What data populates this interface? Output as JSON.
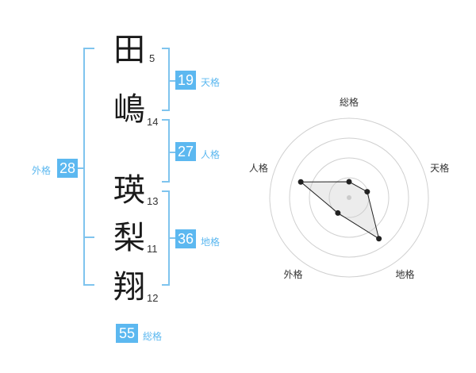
{
  "characters": [
    {
      "char": "田",
      "strokes": "5"
    },
    {
      "char": "嶋",
      "strokes": "14"
    },
    {
      "char": "瑛",
      "strokes": "13"
    },
    {
      "char": "梨",
      "strokes": "11"
    },
    {
      "char": "翔",
      "strokes": "12"
    }
  ],
  "fortunes": {
    "tenkaku": {
      "value": "19",
      "label": "天格"
    },
    "jinkaku": {
      "value": "27",
      "label": "人格"
    },
    "chikaku": {
      "value": "36",
      "label": "地格"
    },
    "gaikaku": {
      "value": "28",
      "label": "外格"
    },
    "soukaku": {
      "value": "55",
      "label": "総格"
    }
  },
  "radar": {
    "axes": [
      "総格",
      "天格",
      "地格",
      "外格",
      "人格"
    ],
    "values": [
      1,
      1.2,
      3.2,
      1.2,
      3.2
    ],
    "max": 5,
    "rings": 4
  },
  "colors": {
    "accent": "#5cb8f0",
    "bracket": "#7fc4ee"
  }
}
